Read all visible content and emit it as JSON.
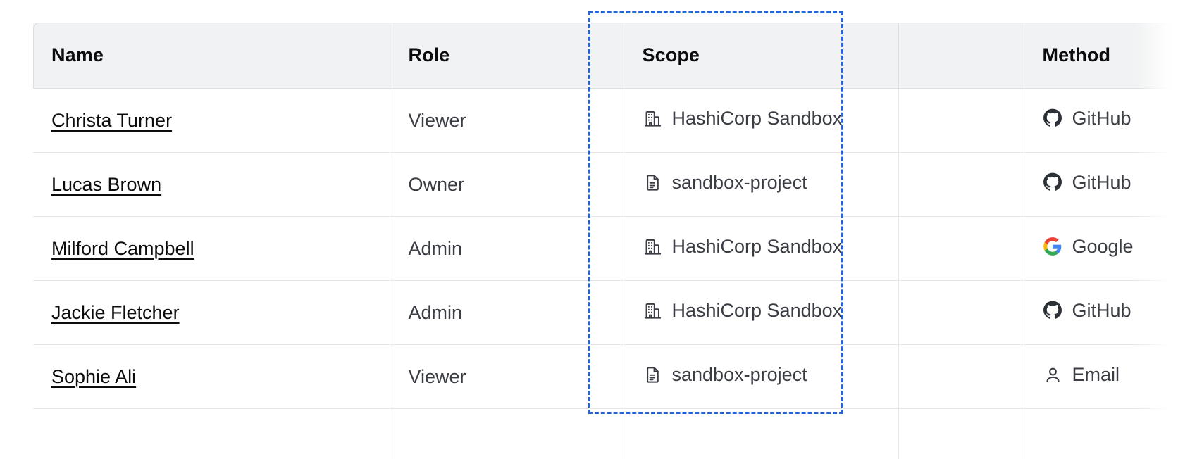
{
  "table": {
    "columns": [
      {
        "key": "name",
        "label": "Name"
      },
      {
        "key": "role",
        "label": "Role"
      },
      {
        "key": "scope",
        "label": "Scope"
      },
      {
        "key": "blank",
        "label": ""
      },
      {
        "key": "method",
        "label": "Method"
      }
    ],
    "rows": [
      {
        "name": "Christa Turner",
        "role": "Viewer",
        "scope": "HashiCorp Sandbox",
        "scope_icon": "organization-building-icon",
        "method": "GitHub",
        "method_icon": "github-icon"
      },
      {
        "name": "Lucas Brown",
        "role": "Owner",
        "scope": "sandbox-project",
        "scope_icon": "project-document-icon",
        "method": "GitHub",
        "method_icon": "github-icon"
      },
      {
        "name": "Milford Campbell",
        "role": "Admin",
        "scope": "HashiCorp Sandbox",
        "scope_icon": "organization-building-icon",
        "method": "Google",
        "method_icon": "google-icon"
      },
      {
        "name": "Jackie Fletcher",
        "role": "Admin",
        "scope": "HashiCorp Sandbox",
        "scope_icon": "organization-building-icon",
        "method": "GitHub",
        "method_icon": "github-icon"
      },
      {
        "name": "Sophie Ali",
        "role": "Viewer",
        "scope": "sandbox-project",
        "scope_icon": "project-document-icon",
        "method": "Email",
        "method_icon": "user-person-icon"
      },
      {
        "name": "",
        "role": "",
        "scope": "",
        "scope_icon": "",
        "method": "",
        "method_icon": ""
      }
    ]
  },
  "highlight": {
    "target_column": "Scope",
    "style": "dashed-rectangle",
    "color": "#2563d9"
  },
  "colors": {
    "header_background": "#f1f2f3",
    "header_text": "#0c0c0e",
    "row_background": "#ffffff",
    "body_text": "#3b3d45",
    "border": "#e4e6e8",
    "link_text": "#0c0c0e",
    "highlight_blue": "#2563d9",
    "google_blue": "#4285f4",
    "google_red": "#ea4335",
    "google_yellow": "#fbbc05",
    "google_green": "#34a853",
    "github_dark": "#2b3137"
  }
}
